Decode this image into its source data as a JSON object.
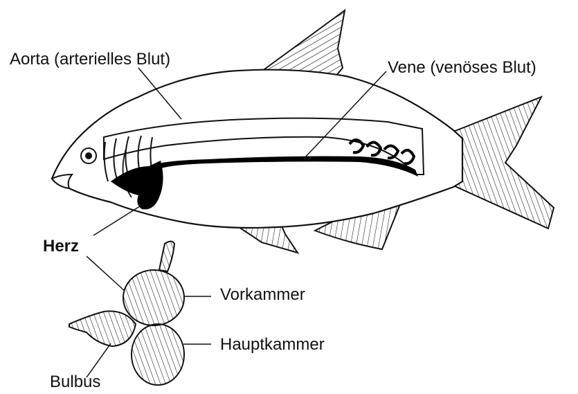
{
  "labels": {
    "aorta": "Aorta (arterielles Blut)",
    "vene": "Vene (venöses Blut)",
    "herz": "Herz",
    "vorkammer": "Vorkammer",
    "hauptkammer": "Hauptkammer",
    "bulbus": "Bulbus"
  },
  "colors": {
    "ink": "#111111",
    "paper": "#ffffff",
    "vein": "#000000"
  }
}
